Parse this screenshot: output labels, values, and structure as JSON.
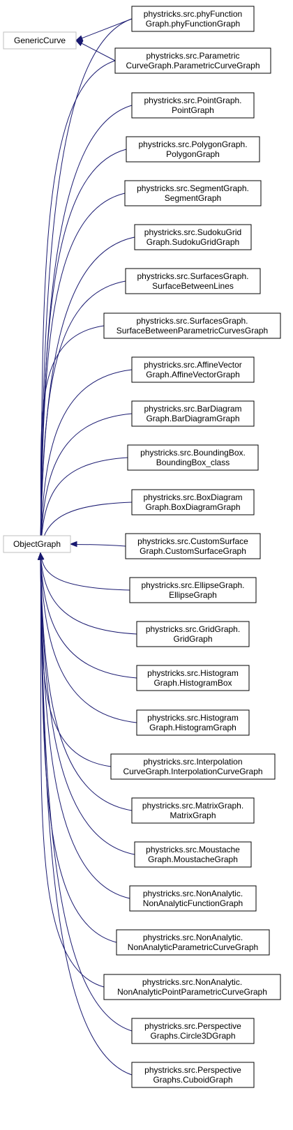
{
  "colors": {
    "edge": "#191970",
    "node_border": "#000000",
    "base_border": "#bfbfbf"
  },
  "bases": {
    "generic_curve": "GenericCurve",
    "object_graph": "ObjectGraph"
  },
  "classes": [
    {
      "id": "phyFunctionGraph",
      "lines": [
        "phystricks.src.phyFunction",
        "Graph.phyFunctionGraph"
      ]
    },
    {
      "id": "ParametricCurveGraph",
      "lines": [
        "phystricks.src.Parametric",
        "CurveGraph.ParametricCurveGraph"
      ]
    },
    {
      "id": "PointGraph",
      "lines": [
        "phystricks.src.PointGraph.",
        "PointGraph"
      ]
    },
    {
      "id": "PolygonGraph",
      "lines": [
        "phystricks.src.PolygonGraph.",
        "PolygonGraph"
      ]
    },
    {
      "id": "SegmentGraph",
      "lines": [
        "phystricks.src.SegmentGraph.",
        "SegmentGraph"
      ]
    },
    {
      "id": "SudokuGridGraph",
      "lines": [
        "phystricks.src.SudokuGrid",
        "Graph.SudokuGridGraph"
      ]
    },
    {
      "id": "SurfaceBetweenLines",
      "lines": [
        "phystricks.src.SurfacesGraph.",
        "SurfaceBetweenLines"
      ]
    },
    {
      "id": "SurfaceBetweenParametricCurvesGraph",
      "lines": [
        "phystricks.src.SurfacesGraph.",
        "SurfaceBetweenParametricCurvesGraph"
      ]
    },
    {
      "id": "AffineVectorGraph",
      "lines": [
        "phystricks.src.AffineVector",
        "Graph.AffineVectorGraph"
      ]
    },
    {
      "id": "BarDiagramGraph",
      "lines": [
        "phystricks.src.BarDiagram",
        "Graph.BarDiagramGraph"
      ]
    },
    {
      "id": "BoundingBox_class",
      "lines": [
        "phystricks.src.BoundingBox.",
        "BoundingBox_class"
      ]
    },
    {
      "id": "BoxDiagramGraph",
      "lines": [
        "phystricks.src.BoxDiagram",
        "Graph.BoxDiagramGraph"
      ]
    },
    {
      "id": "CustomSurfaceGraph",
      "lines": [
        "phystricks.src.CustomSurface",
        "Graph.CustomSurfaceGraph"
      ]
    },
    {
      "id": "EllipseGraph",
      "lines": [
        "phystricks.src.EllipseGraph.",
        "EllipseGraph"
      ]
    },
    {
      "id": "GridGraph",
      "lines": [
        "phystricks.src.GridGraph.",
        "GridGraph"
      ]
    },
    {
      "id": "HistogramBox",
      "lines": [
        "phystricks.src.Histogram",
        "Graph.HistogramBox"
      ]
    },
    {
      "id": "HistogramGraph",
      "lines": [
        "phystricks.src.Histogram",
        "Graph.HistogramGraph"
      ]
    },
    {
      "id": "InterpolationCurveGraph",
      "lines": [
        "phystricks.src.Interpolation",
        "CurveGraph.InterpolationCurveGraph"
      ]
    },
    {
      "id": "MatrixGraph",
      "lines": [
        "phystricks.src.MatrixGraph.",
        "MatrixGraph"
      ]
    },
    {
      "id": "MoustacheGraph",
      "lines": [
        "phystricks.src.Moustache",
        "Graph.MoustacheGraph"
      ]
    },
    {
      "id": "NonAnalyticFunctionGraph",
      "lines": [
        "phystricks.src.NonAnalytic.",
        "NonAnalyticFunctionGraph"
      ]
    },
    {
      "id": "NonAnalyticParametricCurveGraph",
      "lines": [
        "phystricks.src.NonAnalytic.",
        "NonAnalyticParametricCurveGraph"
      ]
    },
    {
      "id": "NonAnalyticPointParametricCurveGraph",
      "lines": [
        "phystricks.src.NonAnalytic.",
        "NonAnalyticPointParametricCurveGraph"
      ]
    },
    {
      "id": "Circle3DGraph",
      "lines": [
        "phystricks.src.Perspective",
        "Graphs.Circle3DGraph"
      ]
    },
    {
      "id": "CuboidGraph",
      "lines": [
        "phystricks.src.Perspective",
        "Graphs.CuboidGraph"
      ]
    }
  ]
}
